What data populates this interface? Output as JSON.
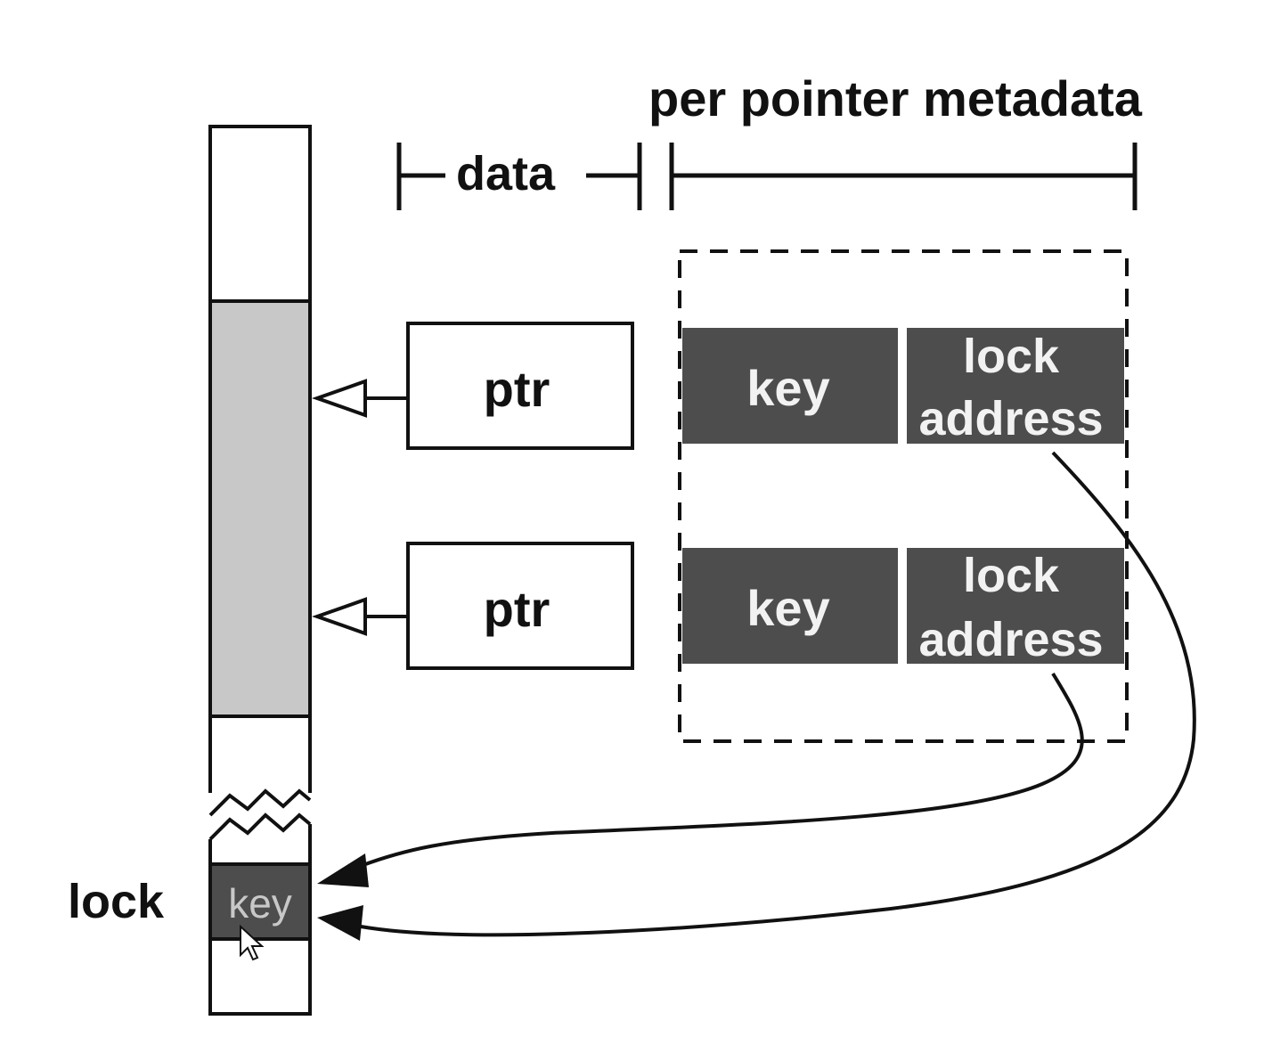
{
  "labels": {
    "per_pointer_metadata": "per pointer metadata",
    "data": "data",
    "lock": "lock"
  },
  "pointers": [
    {
      "ptr": "ptr",
      "key": "key",
      "lock_address_line1": "lock",
      "lock_address_line2": "address"
    },
    {
      "ptr": "ptr",
      "key": "key",
      "lock_address_line1": "lock",
      "lock_address_line2": "address"
    }
  ],
  "lock_cell": {
    "key": "key"
  },
  "colors": {
    "ink": "#111111",
    "shaded_region": "#c8c8c8",
    "dark_cell": "#4d4d4d",
    "dark_cell_text": "#f2f2f2",
    "lock_key_text": "#c8c8c8"
  },
  "icons": {
    "cursor": "mouse-pointer-icon"
  }
}
